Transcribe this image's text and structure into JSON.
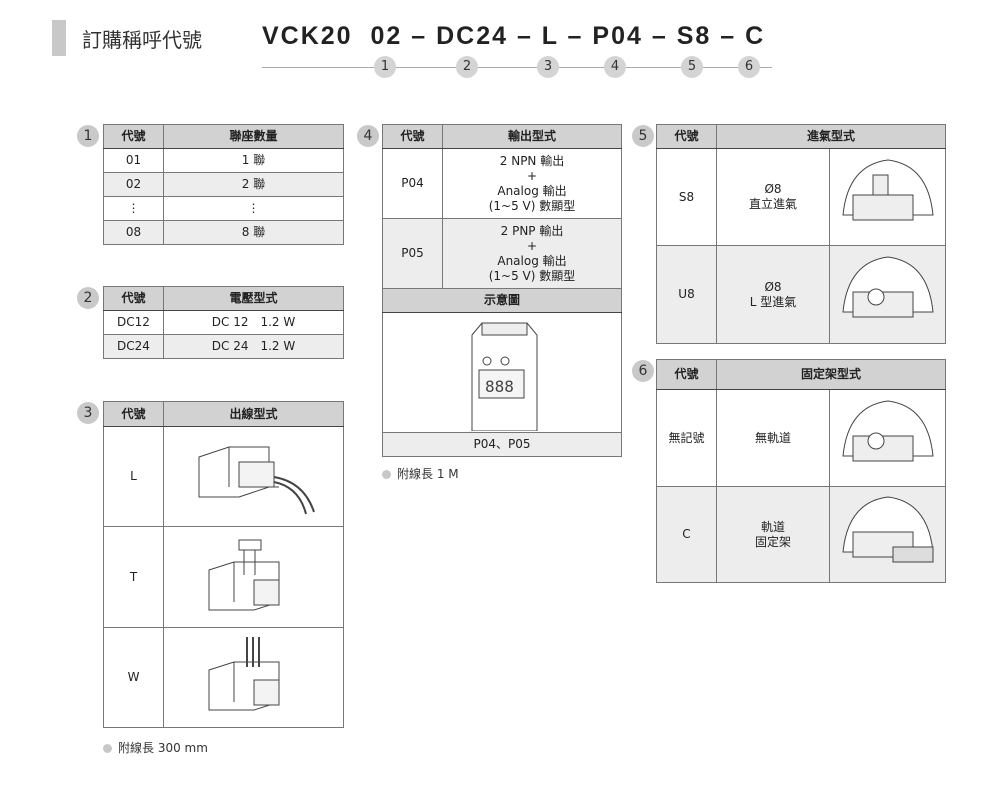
{
  "header": {
    "title": "訂購稱呼代號",
    "model_code": "VCK20  02 – DC24 – L – P04 – S8 – C",
    "markers": [
      "1",
      "2",
      "3",
      "4",
      "5",
      "6"
    ]
  },
  "table1": {
    "badge": "1",
    "headers": [
      "代號",
      "聯座數量"
    ],
    "rows": [
      [
        "01",
        "1 聯"
      ],
      [
        "02",
        "2 聯"
      ],
      [
        "⋮",
        "⋮"
      ],
      [
        "08",
        "8 聯"
      ]
    ]
  },
  "table2": {
    "badge": "2",
    "headers": [
      "代號",
      "電壓型式"
    ],
    "rows": [
      [
        "DC12",
        "DC 12　1.2 W"
      ],
      [
        "DC24",
        "DC 24　1.2 W"
      ]
    ]
  },
  "table3": {
    "badge": "3",
    "headers": [
      "代號",
      "出線型式"
    ],
    "rows": [
      [
        "L"
      ],
      [
        "T"
      ],
      [
        "W"
      ]
    ],
    "note": "附線長 300 mm"
  },
  "table4": {
    "badge": "4",
    "headers": [
      "代號",
      "輸出型式"
    ],
    "rows": [
      {
        "code": "P04",
        "lines": [
          "2 NPN  輸出",
          "+",
          "Analog 輸出",
          "(1~5 V) 數顯型"
        ]
      },
      {
        "code": "P05",
        "lines": [
          "2 PNP  輸出",
          "+",
          "Analog 輸出",
          "(1~5 V) 數顯型"
        ]
      }
    ],
    "diagram_header": "示意圖",
    "diagram_caption": "P04、P05",
    "note": "附線長 1 M"
  },
  "table5": {
    "badge": "5",
    "headers": [
      "代號",
      "進氣型式"
    ],
    "rows": [
      {
        "code": "S8",
        "lines": [
          "Ø8",
          "直立進氣"
        ]
      },
      {
        "code": "U8",
        "lines": [
          "Ø8",
          "L 型進氣"
        ]
      }
    ]
  },
  "table6": {
    "badge": "6",
    "headers": [
      "代號",
      "固定架型式"
    ],
    "rows": [
      {
        "code": "無記號",
        "lines": [
          "無軌道"
        ]
      },
      {
        "code": "C",
        "lines": [
          "軌道",
          "固定架"
        ]
      }
    ]
  }
}
